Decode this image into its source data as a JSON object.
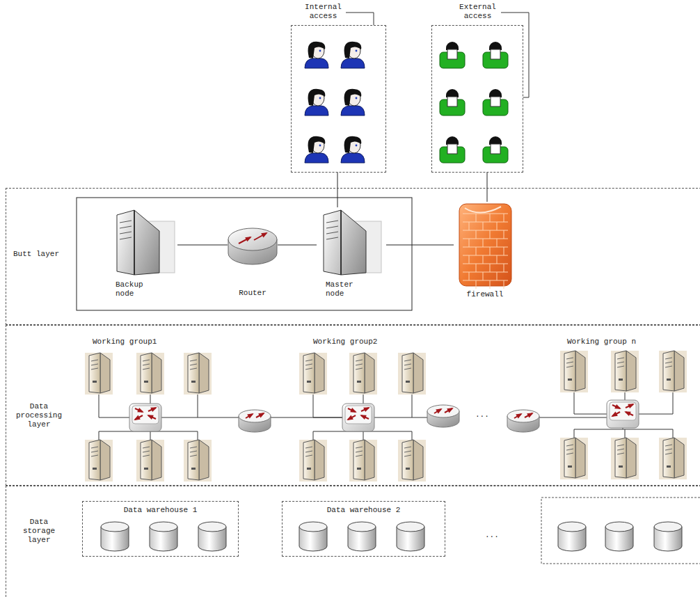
{
  "diagram": {
    "nodes": [
      {
        "text": [
          "Internal access"
        ]
      },
      {
        "text": [
          "External access"
        ]
      },
      {
        "text": [
          "Butt layer"
        ]
      },
      {
        "text": [
          "Backup node"
        ],
        "in": 2
      },
      {
        "text": [
          "Router"
        ],
        "in": 2
      },
      {
        "text": [
          "Master node"
        ],
        "in": 2
      },
      {
        "text": [
          "firewall"
        ],
        "in": 2
      },
      {
        "text": [
          "Data processing layer"
        ]
      },
      {
        "text": [
          "Working group1"
        ],
        "in": 7
      },
      {
        "text": [
          "Working group2"
        ],
        "in": 7
      },
      {
        "text": [
          "Working group n"
        ],
        "in": 7
      },
      {
        "text": [
          "Data storage layer"
        ]
      },
      {
        "text": [
          "Data warehouse 1"
        ],
        "in": 11
      },
      {
        "text": [
          "Data warehouse 2"
        ],
        "in": 11
      }
    ],
    "edges": [
      {
        "from": 0,
        "to": 5,
        "arrow": "none"
      },
      {
        "from": 1,
        "to": 6,
        "arrow": "none"
      },
      {
        "from": 3,
        "to": 4,
        "arrow": "none"
      },
      {
        "from": 4,
        "to": 5,
        "arrow": "none"
      },
      {
        "from": 5,
        "to": 6,
        "arrow": "none"
      }
    ],
    "labels": [
      "...",
      "..."
    ]
  }
}
